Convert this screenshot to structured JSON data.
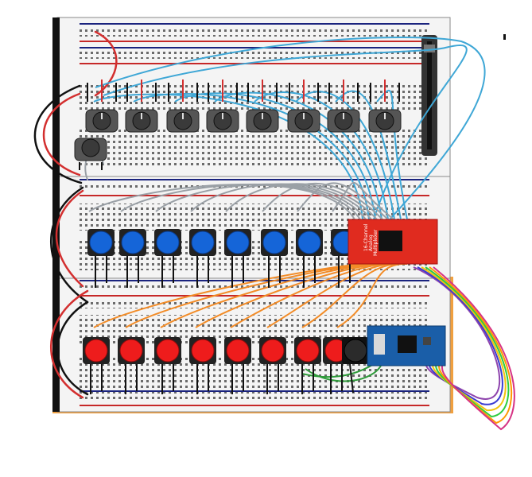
{
  "diagram": {
    "type": "breadboard-wiring",
    "potentiometers": 8,
    "extra_potentiometer": 1,
    "slide_potentiometer": 1,
    "blue_buttons": 8,
    "red_buttons": 8,
    "black_buttons": 1,
    "multiplexer_board": {
      "label_lines": [
        "16-Channel",
        "Analog",
        "Multiplexer"
      ],
      "color": "#e02b1f"
    },
    "microcontroller_board": {
      "color": "#1a5ea8"
    },
    "colors": {
      "rail_red": "#c62828",
      "rail_blue": "#1a237e",
      "wire_blue": "#3fa7d6",
      "wire_gray": "#9aa0a6",
      "wire_orange": "#f28c28",
      "wire_black": "#111111",
      "wire_red": "#d32f2f",
      "wire_green": "#2e9b3a",
      "button_blue": "#1565d8",
      "button_red": "#ee1c1c",
      "button_dark": "#2b2b2b",
      "orange_frame": "#f0a040"
    }
  }
}
